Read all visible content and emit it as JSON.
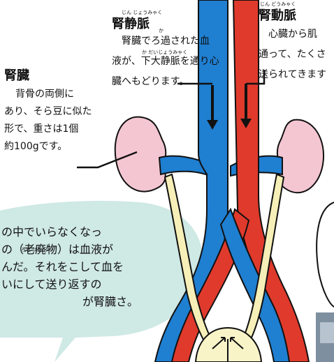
{
  "renal_vein": {
    "reading": "じん じょうみゃく",
    "title": "腎静脈",
    "body_lines": [
      "腎臓でろ過された血",
      "液が、下大静脈を通り心",
      "臓へもどります。"
    ],
    "ruby_ka": "か",
    "ruby_kadai": "か だいじょうみゃく"
  },
  "renal_artery": {
    "reading": "じん どうみゃく",
    "title": "腎動脈",
    "body_lines": [
      "心臓から肌",
      "通って、たくさ",
      "送られてきます"
    ]
  },
  "kidney": {
    "title": "腎臓",
    "body_lines": [
      "背骨の両側に",
      "あり、そら豆に似た",
      "形で、重さは1個",
      "約100gです。"
    ]
  },
  "speech_bubble": {
    "ruby": "ろう はい ぶつ",
    "lines": [
      "の中でいらなくなっ",
      "の（老廃物）は血液が",
      "んだ。それをこして血を",
      "いにして送り返すの",
      "が腎臓さ。"
    ]
  },
  "colors": {
    "kidney": "#f4c6d2",
    "vein": "#1f7fd1",
    "artery": "#e03a2c",
    "ureter": "#f6efb7",
    "bladder": "#f9f4c8",
    "bubble": "#cfe9e5"
  }
}
